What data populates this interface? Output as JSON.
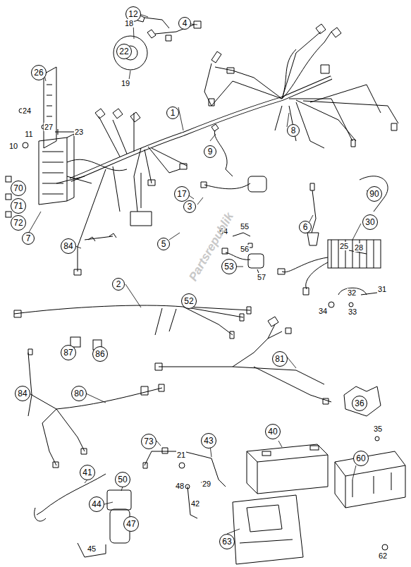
{
  "diagram": {
    "nodes": [
      {
        "text": [
          "12"
        ]
      },
      {
        "text": [
          "4"
        ]
      },
      {
        "text": [
          "22"
        ]
      },
      {
        "text": [
          "26"
        ]
      },
      {
        "text": [
          "1"
        ]
      },
      {
        "text": [
          "8"
        ]
      },
      {
        "text": [
          "9"
        ]
      },
      {
        "text": [
          "90"
        ]
      },
      {
        "text": [
          "70"
        ]
      },
      {
        "text": [
          "71"
        ]
      },
      {
        "text": [
          "72"
        ]
      },
      {
        "text": [
          "7"
        ]
      },
      {
        "text": [
          "17"
        ]
      },
      {
        "text": [
          "3"
        ]
      },
      {
        "text": [
          "30"
        ]
      },
      {
        "text": [
          "6"
        ]
      },
      {
        "text": [
          "5"
        ]
      },
      {
        "text": [
          "84"
        ]
      },
      {
        "text": [
          "53"
        ]
      },
      {
        "text": [
          "2"
        ]
      },
      {
        "text": [
          "52"
        ]
      },
      {
        "text": [
          "87"
        ]
      },
      {
        "text": [
          "86"
        ]
      },
      {
        "text": [
          "81"
        ]
      },
      {
        "text": [
          "84"
        ]
      },
      {
        "text": [
          "80"
        ]
      },
      {
        "text": [
          "36"
        ]
      },
      {
        "text": [
          "73"
        ]
      },
      {
        "text": [
          "43"
        ]
      },
      {
        "text": [
          "40"
        ]
      },
      {
        "text": [
          "60"
        ]
      },
      {
        "text": [
          "41"
        ]
      },
      {
        "text": [
          "50"
        ]
      },
      {
        "text": [
          "44"
        ]
      },
      {
        "text": [
          "47"
        ]
      },
      {
        "text": [
          "63"
        ]
      }
    ],
    "labels": [
      "18",
      "19",
      "24",
      "27",
      "23",
      "10",
      "11",
      "54",
      "55",
      "56",
      "57",
      "25",
      "28",
      "31",
      "32",
      "33",
      "34",
      "21",
      "29",
      "48",
      "42",
      "45",
      "35",
      "62",
      "Partsrepublik"
    ]
  }
}
